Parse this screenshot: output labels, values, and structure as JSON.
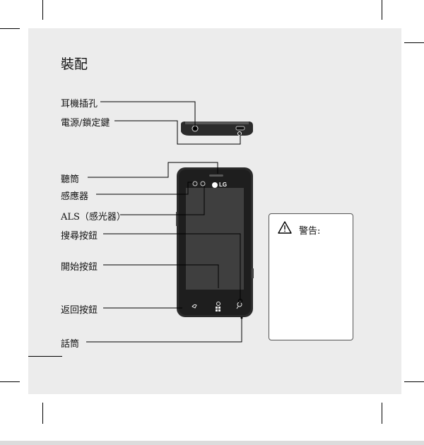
{
  "page": {
    "title": "裝配"
  },
  "labels": {
    "headphone_jack": "耳機插孔",
    "power_lock_key": "電源/鎖定鍵",
    "earpiece": "聽筒",
    "sensor": "感應器",
    "als": "ALS（感光器）",
    "search_key": "搜尋按鈕",
    "start_key": "開始按鈕",
    "back_key": "返回按鈕",
    "microphone": "話筒"
  },
  "phone": {
    "brand": "LG"
  },
  "warning": {
    "title": "警告:"
  },
  "colors": {
    "panel": "#ececec",
    "phone_body": "#2b2b2b",
    "screen": "#3f3f3f"
  }
}
